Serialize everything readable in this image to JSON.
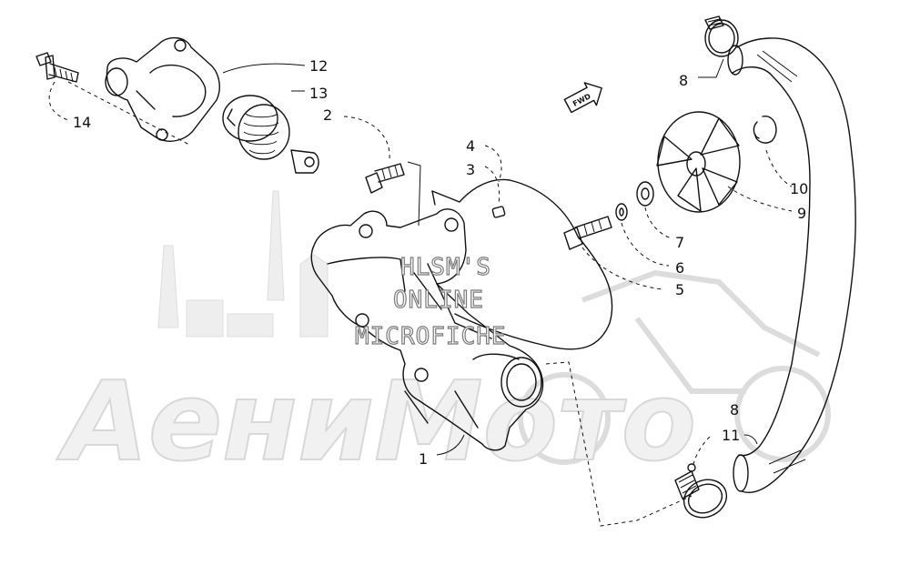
{
  "watermark": {
    "brand": "АениМото",
    "line1": "HLSM'S",
    "line2": "ONLINE",
    "line3": "MICROFICHE"
  },
  "direction_arrow": "FWD",
  "callouts": {
    "c1": "1",
    "c2": "2",
    "c3": "3",
    "c4": "4",
    "c5": "5",
    "c6": "6",
    "c7": "7",
    "c8_top": "8",
    "c8_bottom": "8",
    "c9": "9",
    "c10": "10",
    "c11": "11",
    "c12": "12",
    "c13": "13",
    "c14": "14"
  }
}
